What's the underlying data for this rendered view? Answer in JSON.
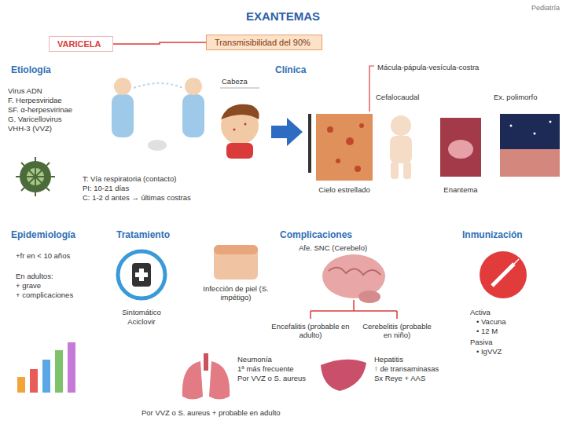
{
  "diagram": {
    "title": "EXANTEMAS",
    "nodes": [
      {
        "text": [
          "VARICELA"
        ]
      },
      {
        "text": [
          "Transmisibilidad del 90%"
        ]
      }
    ],
    "edges": [
      {
        "from": 0,
        "to": 1,
        "arrow": "none"
      }
    ],
    "labels": [
      "Pediatría",
      "Etiología",
      "Virus ADN",
      "F. Herpesviridae",
      "SF. α-herpesvirinae",
      "G. Varicellovirus",
      "VHH-3 (VVZ)",
      "T: Vía respiratoria (contacto)",
      "PI: 10-21 días",
      "C: 1-2 d antes → últimas costras",
      "Clínica",
      "Cabeza",
      "Mácula-pápula-vesícula-costra",
      "Cefalocaudal",
      "Ex. polimorfo",
      "Cielo estrellado",
      "Enantema",
      "Epidemiología",
      "+fr en < 10 años",
      "En adultos:",
      "+ grave",
      "+ complicaciones",
      "Tratamiento",
      "Sintomático",
      "Aciclovir",
      "Infección de piel (S. impétigo)",
      "Complicaciones",
      "Afe. SNC (Cerebelo)",
      "Encefalitis (probable en adulto)",
      "Cerebelitis (probable en niño)",
      "Neumonía",
      "1ª más frecuente",
      "Por VVZ o S. aureus",
      "Por VVZ o S. aureus + probable en adulto",
      "Hepatitis",
      "↑ de transaminasas",
      "Sx Reye + AAS",
      "Inmunización",
      "Activa",
      "• Vacuna",
      "• 12 M",
      "Pasiva",
      "• IgVVZ"
    ]
  }
}
